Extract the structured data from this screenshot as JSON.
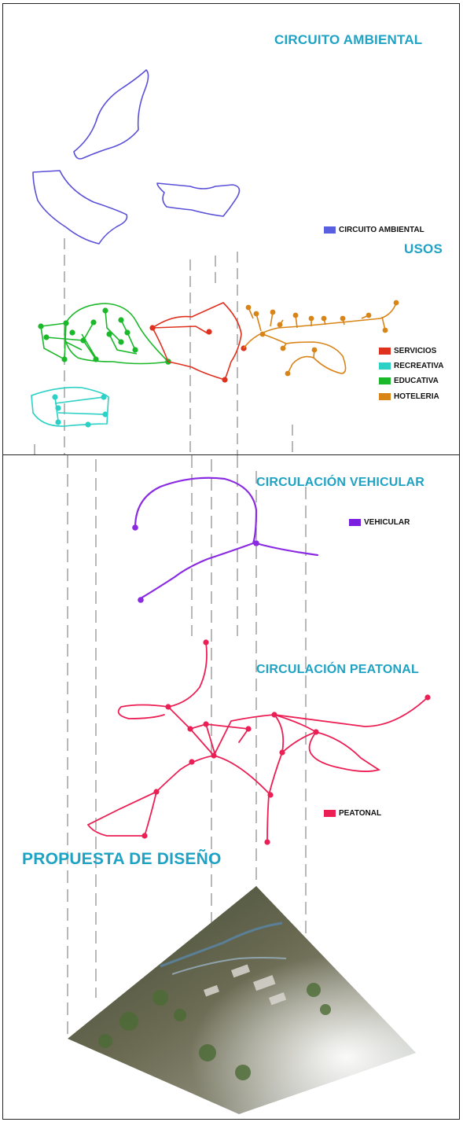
{
  "titles": {
    "circuito_ambiental": "CIRCUITO AMBIENTAL",
    "usos": "USOS",
    "circulacion_vehicular": "CIRCULACIÓN VEHICULAR",
    "circulacion_peatonal": "CIRCULACIÓN PEATONAL",
    "propuesta": "PROPUESTA DE DISEÑO"
  },
  "legend": {
    "circuito_ambiental": {
      "label": "CIRCUITO AMBIENTAL",
      "color": "#5a5ee0"
    },
    "servicios": {
      "label": "SERVICIOS",
      "color": "#e0301e"
    },
    "recreativa": {
      "label": "RECREATIVA",
      "color": "#2ad1c4"
    },
    "educativa": {
      "label": "EDUCATIVA",
      "color": "#1bb82a"
    },
    "hoteleria": {
      "label": "HOTELERIA",
      "color": "#d88416"
    },
    "vehicular": {
      "label": "VEHICULAR",
      "color": "#7a1ee0"
    },
    "peatonal": {
      "label": "PEATONAL",
      "color": "#ec1f55"
    }
  },
  "colors": {
    "title": "#1fa3c4",
    "ambiental_line": "#5a4fd8",
    "servicios_line": "#e0301e",
    "recreativa_line": "#2ad1c4",
    "educativa_line": "#1bb82a",
    "hoteleria_line": "#d88416",
    "vehicular_line": "#8a2be2",
    "peatonal_line": "#ec1f55",
    "guide_line": "#9a9a9a"
  }
}
